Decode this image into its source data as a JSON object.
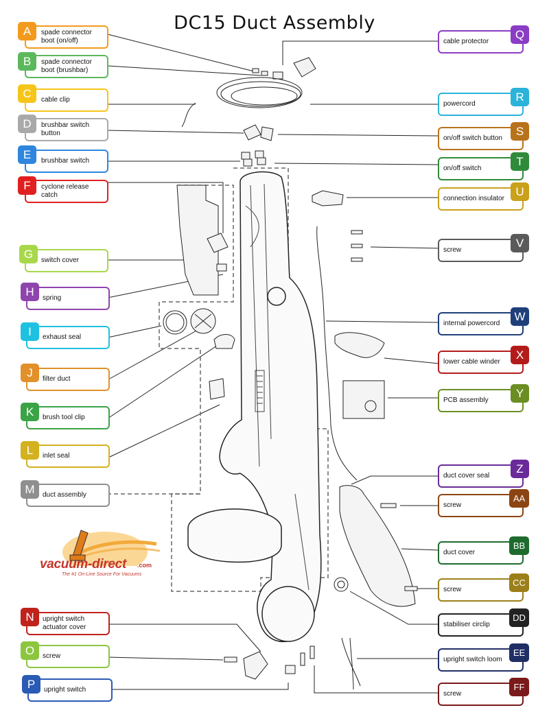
{
  "title": "DC15 Duct Assembly",
  "logo": {
    "word": "vacuum-direct",
    "suffix": ".com",
    "tagline": "The #1 On-Line Source For Vacuums"
  },
  "parts": [
    {
      "code": "A",
      "label": "spade connector boot (on/off)",
      "color": "#f39a1e"
    },
    {
      "code": "B",
      "label": "spade connector boot (brushbar)",
      "color": "#5cb85c"
    },
    {
      "code": "C",
      "label": "cable clip",
      "color": "#f5c518"
    },
    {
      "code": "D",
      "label": "brushbar switch button",
      "color": "#a9a9a9"
    },
    {
      "code": "E",
      "label": "brushbar switch",
      "color": "#2e86de"
    },
    {
      "code": "F",
      "label": "cyclone release catch",
      "color": "#e02020"
    },
    {
      "code": "G",
      "label": "switch cover",
      "color": "#a8d84a"
    },
    {
      "code": "H",
      "label": "spring",
      "color": "#8e44ad"
    },
    {
      "code": "I",
      "label": "exhaust seal",
      "color": "#1fc1e0"
    },
    {
      "code": "J",
      "label": "filter duct",
      "color": "#e2902a"
    },
    {
      "code": "K",
      "label": "brush tool clip",
      "color": "#3aa346"
    },
    {
      "code": "L",
      "label": "inlet seal",
      "color": "#d4b11e"
    },
    {
      "code": "M",
      "label": "duct assembly",
      "color": "#8f8f8f"
    },
    {
      "code": "N",
      "label": "upright switch actuator cover",
      "color": "#c0221c"
    },
    {
      "code": "O",
      "label": "screw",
      "color": "#8cc63f"
    },
    {
      "code": "P",
      "label": "upright switch",
      "color": "#2a5bb5"
    },
    {
      "code": "Q",
      "label": "cable protector",
      "color": "#8a3dc4"
    },
    {
      "code": "R",
      "label": "powercord",
      "color": "#2bb3d9"
    },
    {
      "code": "S",
      "label": "on/off switch button",
      "color": "#b9721c"
    },
    {
      "code": "T",
      "label": "on/off switch",
      "color": "#2f8a3a"
    },
    {
      "code": "U",
      "label": "connection insulator",
      "color": "#c9a11a"
    },
    {
      "code": "V",
      "label": "screw",
      "color": "#5a5a5a"
    },
    {
      "code": "W",
      "label": "internal powercord",
      "color": "#1e3f7a"
    },
    {
      "code": "X",
      "label": "lower cable winder",
      "color": "#b31b1b"
    },
    {
      "code": "Y",
      "label": "PCB assembly",
      "color": "#6b8e23"
    },
    {
      "code": "Z",
      "label": "duct cover seal",
      "color": "#6a2a9a"
    },
    {
      "code": "AA",
      "label": "screw",
      "color": "#8b4513"
    },
    {
      "code": "BB",
      "label": "duct cover",
      "color": "#1e6b2e"
    },
    {
      "code": "CC",
      "label": "screw",
      "color": "#9c7f1a"
    },
    {
      "code": "DD",
      "label": "stabiliser circlip",
      "color": "#222222"
    },
    {
      "code": "EE",
      "label": "upright switch loom",
      "color": "#1f2f66"
    },
    {
      "code": "FF",
      "label": "screw",
      "color": "#7a1a1a"
    }
  ]
}
